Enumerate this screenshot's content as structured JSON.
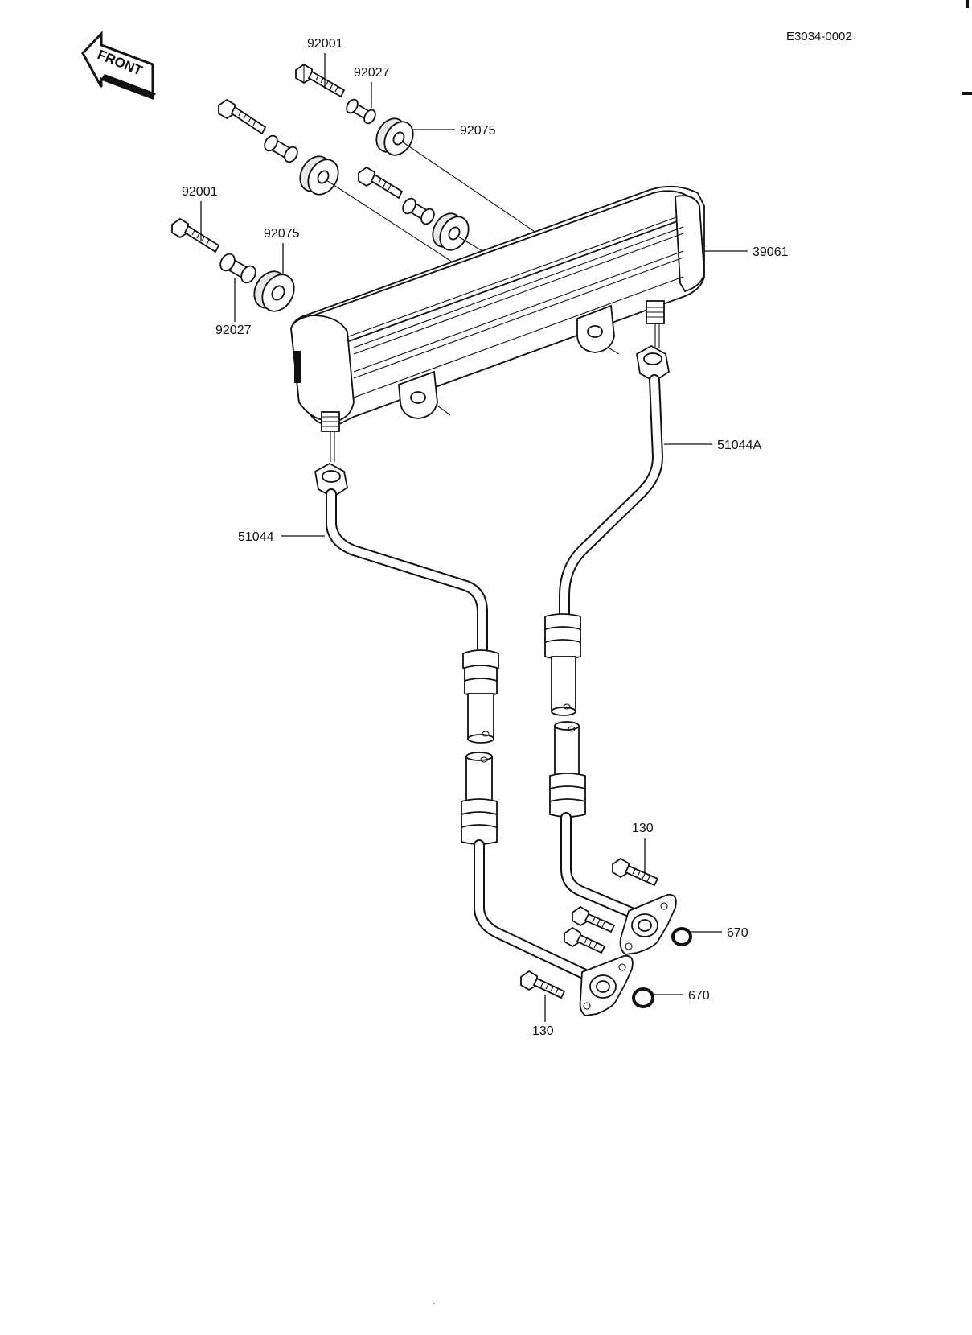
{
  "diagram_code": "E3034-0002",
  "front_arrow": {
    "label": "FRONT"
  },
  "labels": {
    "p92001_top": "92001",
    "p92027_top": "92027",
    "p92075_top": "92075",
    "p92001_left": "92001",
    "p92075_left": "92075",
    "p92027_left": "92027",
    "p39061": "39061",
    "p51044A": "51044A",
    "p51044": "51044",
    "p130_right": "130",
    "p670_right": "670",
    "p670_left": "670",
    "p130_left": "130"
  }
}
